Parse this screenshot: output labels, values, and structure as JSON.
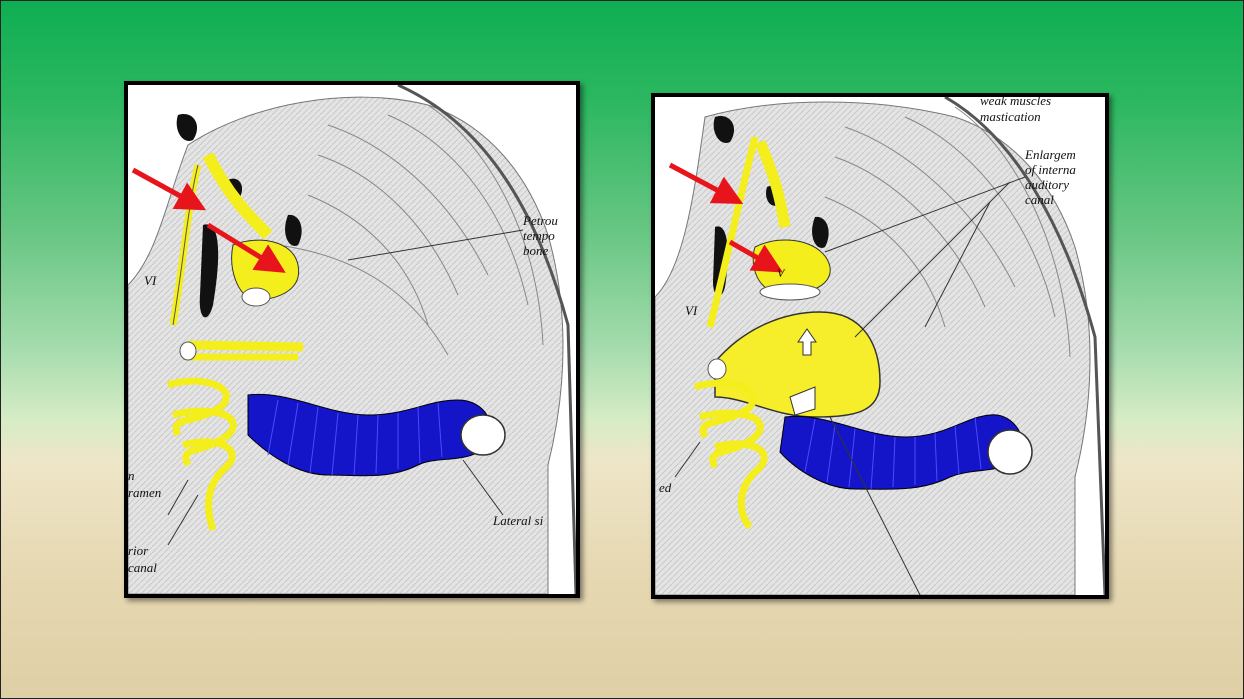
{
  "slide": {
    "background_top": "#0fae52",
    "background_bottom": "#dfcfa6"
  },
  "left_figure": {
    "labels": {
      "petrous_line1": "Petrou",
      "petrous_line2": "tempo",
      "petrous_line3": "bone",
      "vi": "VI",
      "foramen_line1": "n",
      "foramen_line2": "ramen",
      "canal_line1": "rior",
      "canal_line2": "canal",
      "lateral": "Lateral si"
    },
    "arrow_color": "#e8141b",
    "nerve_color": "#f4ee1c",
    "sinus_color": "#1414c8"
  },
  "right_figure": {
    "labels": {
      "weak_line1": "weak muscles",
      "weak_line2": "mastication",
      "enlarge_line1": "Enlargem",
      "enlarge_line2": "of interna",
      "enlarge_line3": "auditory",
      "enlarge_line4": "canal",
      "vi": "VI",
      "v": "V",
      "ed": "ed"
    },
    "arrow_color": "#e8141b",
    "nerve_color": "#f4ee1c",
    "tumor_color": "#f6ee2a",
    "sinus_color": "#1414c8"
  }
}
